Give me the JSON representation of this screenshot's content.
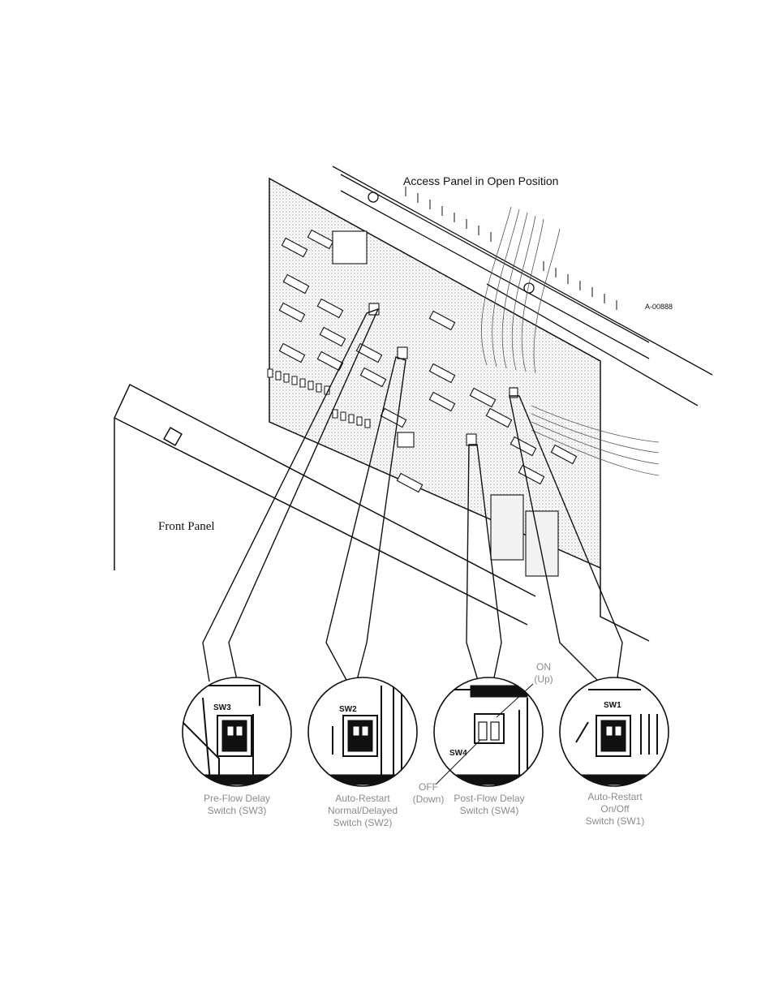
{
  "labels": {
    "access_panel": "Access Panel in Open Position",
    "figure_id": "A-00888",
    "front_panel": "Front Panel",
    "on_line1": "ON",
    "on_line2": "(Up)",
    "off_line1": "OFF",
    "off_line2": "(Down)"
  },
  "switches": [
    {
      "id": "SW3",
      "caption": [
        "Pre-Flow Delay",
        "Switch (SW3)"
      ]
    },
    {
      "id": "SW2",
      "caption": [
        "Auto-Restart",
        "Normal/Delayed",
        "Switch (SW2)"
      ]
    },
    {
      "id": "SW4",
      "caption": [
        "Post-Flow Delay",
        "Switch (SW4)"
      ]
    },
    {
      "id": "SW1",
      "caption": [
        "Auto-Restart",
        "On/Off",
        "Switch (SW1)"
      ]
    }
  ],
  "colors": {
    "line": "#111111",
    "label": "#8a8a8a",
    "board": "#e6e6e6"
  }
}
